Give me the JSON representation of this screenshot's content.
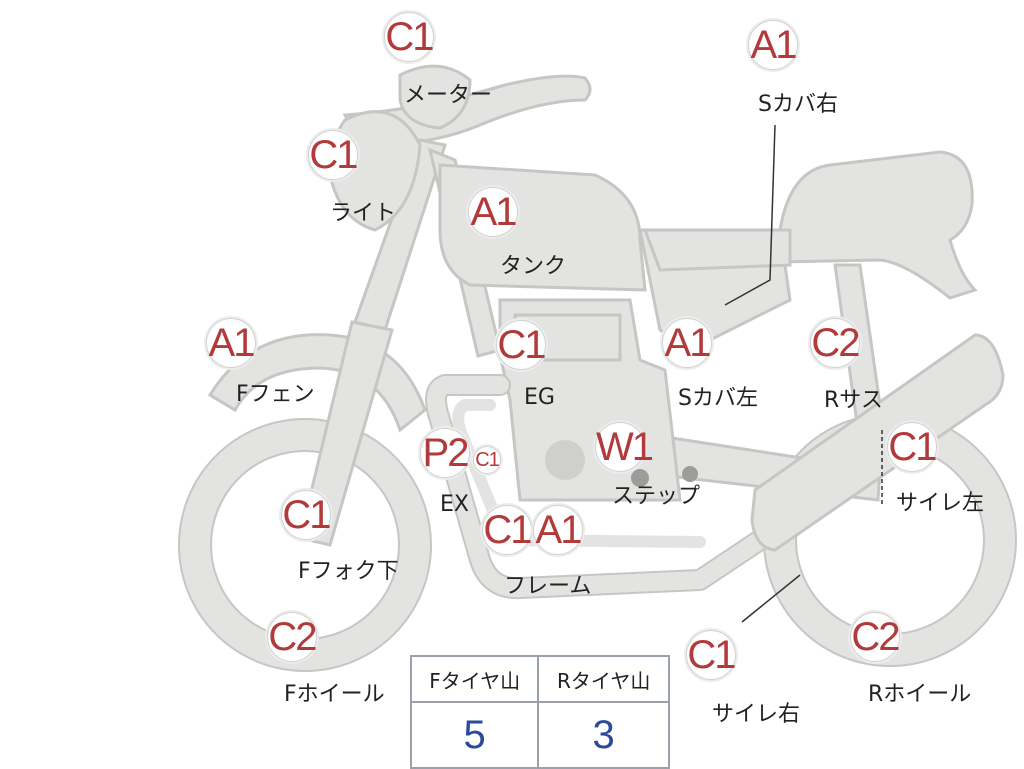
{
  "badges": {
    "meter": "C1",
    "light": "C1",
    "tank": "A1",
    "side_cover_r": "A1",
    "side_cover_l": "A1",
    "f_fender": "A1",
    "engine": "C1",
    "r_sus": "C2",
    "ex": "P2",
    "ex_small": "C1",
    "step": "W1",
    "muffler_l": "C1",
    "f_fork_lower": "C1",
    "frame_c": "C1",
    "frame_a": "A1",
    "f_wheel": "C2",
    "muffler_r": "C1",
    "r_wheel": "C2"
  },
  "labels": {
    "meter": "メーター",
    "light": "ライト",
    "tank": "タンク",
    "side_cover_r": "Sカバ右",
    "side_cover_l": "Sカバ左",
    "f_fender": "Fフェン",
    "engine": "EG",
    "r_sus": "Rサス",
    "ex": "EX",
    "step": "ステップ",
    "muffler_l": "サイレ左",
    "f_fork_lower": "Fフォク下",
    "frame": "フレーム",
    "f_wheel": "Fホイール",
    "muffler_r": "サイレ右",
    "r_wheel": "Rホイール"
  },
  "tire_table": {
    "headers": [
      "Fタイヤ山",
      "Rタイヤ山"
    ],
    "values": [
      "5",
      "3"
    ]
  },
  "colors": {
    "grade_text": "#b23a3a",
    "value_text": "#2b4a9a",
    "part_fill": "#e3e3e1"
  }
}
